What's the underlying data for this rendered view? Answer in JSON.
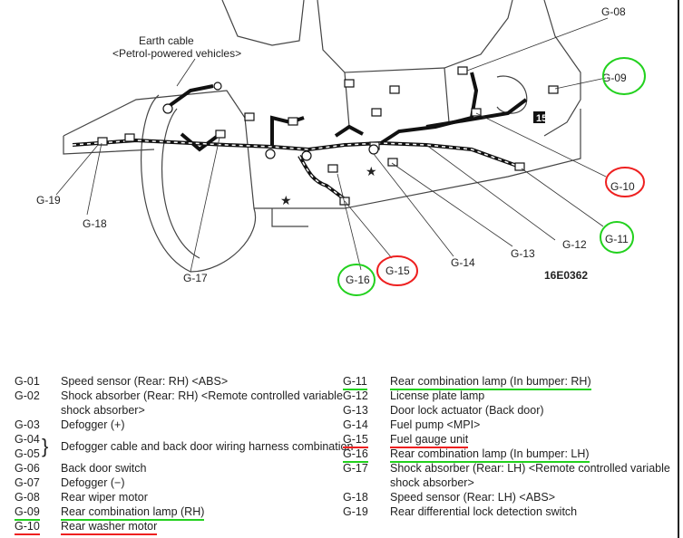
{
  "diagram": {
    "earth_cable_label": "Earth cable",
    "earth_cable_note": "<Petrol-powered vehicles>",
    "figure_id": "16E0362",
    "connector_box_label": "15",
    "callouts": [
      "G-08",
      "G-09",
      "G-10",
      "G-11",
      "G-12",
      "G-13",
      "G-14",
      "G-15",
      "G-16",
      "G-17",
      "G-18",
      "G-19"
    ],
    "highlight_colors": {
      "green": "#22d11e",
      "red": "#ee2020"
    }
  },
  "legend_left": [
    {
      "code": "G-01",
      "desc": "Speed sensor (Rear: RH) <ABS>"
    },
    {
      "code": "G-02",
      "desc": "Shock absorber (Rear: RH) <Remote controlled variable",
      "desc2": "shock absorber>"
    },
    {
      "code": "G-03",
      "desc": "Defogger (+)"
    },
    {
      "code": "G-04",
      "code2": "G-05",
      "desc": "Defogger cable and back door wiring harness combination"
    },
    {
      "code": "G-06",
      "desc": "Back door switch"
    },
    {
      "code": "G-07",
      "desc": "Defogger (−)"
    },
    {
      "code": "G-08",
      "desc": "Rear wiper motor"
    },
    {
      "code": "G-09",
      "desc": "Rear combination lamp (RH)"
    },
    {
      "code": "G-10",
      "desc": "Rear washer motor"
    }
  ],
  "legend_right": [
    {
      "code": "G-11",
      "desc": "Rear combination lamp (In bumper: RH)"
    },
    {
      "code": "G-12",
      "desc": "License plate lamp"
    },
    {
      "code": "G-13",
      "desc": "Door lock actuator (Back door)"
    },
    {
      "code": "G-14",
      "desc": "Fuel pump <MPI>"
    },
    {
      "code": "G-15",
      "desc": "Fuel gauge unit"
    },
    {
      "code": "G-16",
      "desc": "Rear combination lamp (In bumper: LH)"
    },
    {
      "code": "G-17",
      "desc": "Shock absorber (Rear: LH) <Remote controlled variable",
      "desc2": "shock absorber>"
    },
    {
      "code": "G-18",
      "desc": "Speed sensor (Rear: LH) <ABS>"
    },
    {
      "code": "G-19",
      "desc": "Rear differential lock detection switch"
    }
  ]
}
